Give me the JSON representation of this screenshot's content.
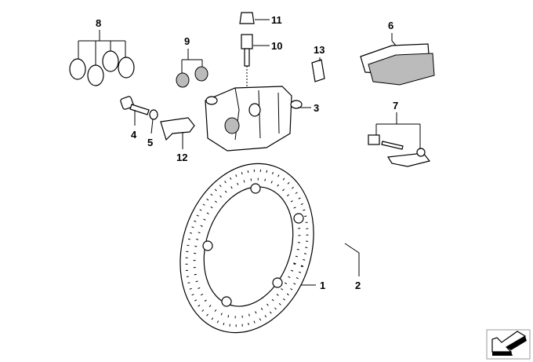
{
  "diagram": {
    "labels": {
      "p1": "1",
      "p2": "2",
      "p3": "3",
      "p4": "4",
      "p5": "5",
      "p6": "6",
      "p7": "7",
      "p8": "8",
      "p9": "9",
      "p10": "10",
      "p11": "11",
      "p12": "12",
      "p13": "13"
    },
    "nav_icon": "next-page-arrow-icon"
  }
}
